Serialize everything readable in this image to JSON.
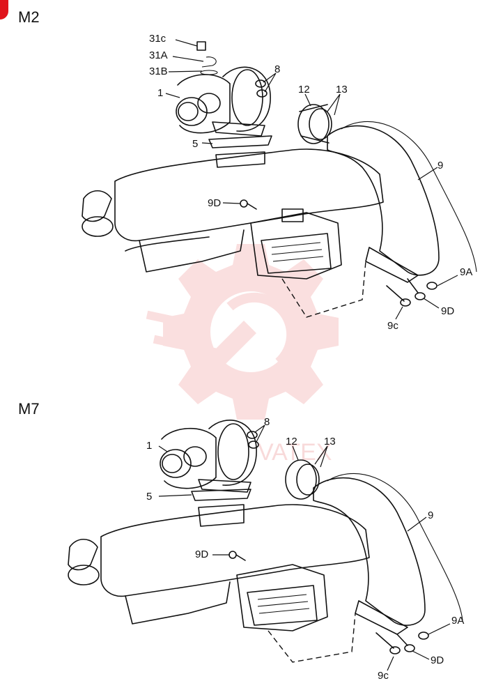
{
  "sections": [
    {
      "id": "m2",
      "title": "M2",
      "callouts": [
        "31c",
        "31A",
        "31B",
        "1",
        "8",
        "12",
        "13",
        "5",
        "9",
        "9D",
        "9A",
        "9D",
        "9c"
      ]
    },
    {
      "id": "m7",
      "title": "M7",
      "callouts": [
        "8",
        "1",
        "12",
        "13",
        "5",
        "9",
        "9D",
        "9A",
        "9D",
        "9c"
      ]
    }
  ],
  "watermark": {
    "text": "VATEX",
    "color": "#f2a5a5"
  },
  "colors": {
    "line": "#111111",
    "brand_red": "#e0141c"
  }
}
